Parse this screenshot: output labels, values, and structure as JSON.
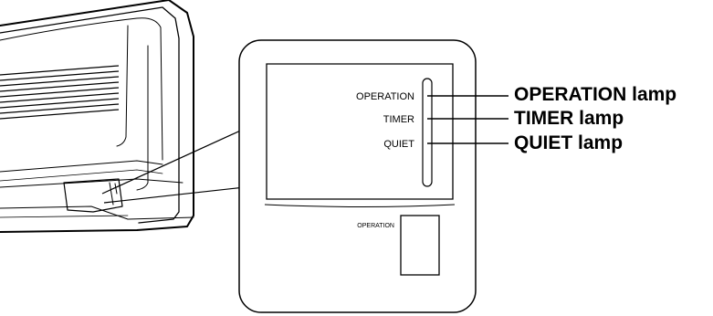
{
  "panel": {
    "lamps": [
      {
        "label": "OPERATION"
      },
      {
        "label": "TIMER"
      },
      {
        "label": "QUIET"
      }
    ],
    "button_label": "OPERATION"
  },
  "callouts": [
    {
      "text": "OPERATION lamp"
    },
    {
      "text": "TIMER lamp"
    },
    {
      "text": "QUIET lamp"
    }
  ]
}
